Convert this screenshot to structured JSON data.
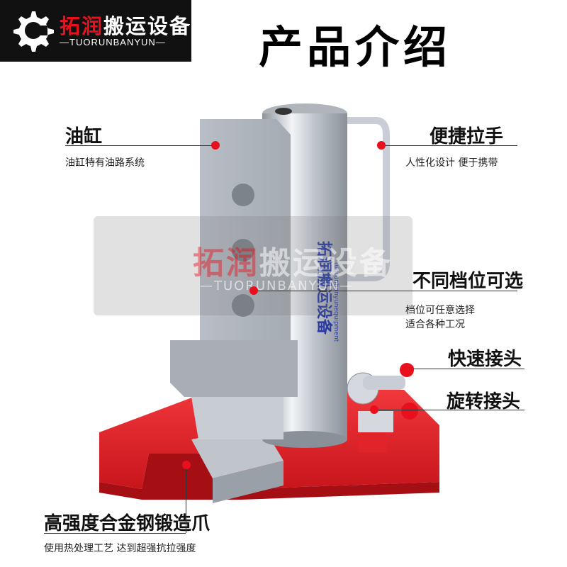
{
  "logo": {
    "brand_red": "拓润",
    "brand_rest": "搬运设备",
    "subtitle": "—TUORUNBANYUN—"
  },
  "title": "产品介绍",
  "callouts": {
    "cylinder": {
      "label": "油缸",
      "desc": "油缸特有油路系统"
    },
    "handle": {
      "label": "便捷拉手",
      "desc": "人性化设计 便于携带"
    },
    "gears": {
      "label": "不同档位可选",
      "desc_line1": "档位可任意选择",
      "desc_line2": "适合各种工况"
    },
    "quick_connector": {
      "label": "快速接头"
    },
    "rotary_connector": {
      "label": "旋转接头"
    },
    "claw": {
      "label": "高强度合金钢锻造爪",
      "desc": "使用热处理工艺 达到超强抗拉强度"
    }
  },
  "product": {
    "body_text": "拓润搬运设备",
    "body_subtext": "tuorunbanyunequipment"
  },
  "watermark": {
    "text_red": "拓润",
    "text_rest": "搬运设备",
    "sub": "—TUORUNBANYUN—"
  },
  "colors": {
    "accent_red": "#e8101c",
    "logo_bg": "#111111",
    "base_red": "#e0242a",
    "steel": "#c9ced6"
  }
}
